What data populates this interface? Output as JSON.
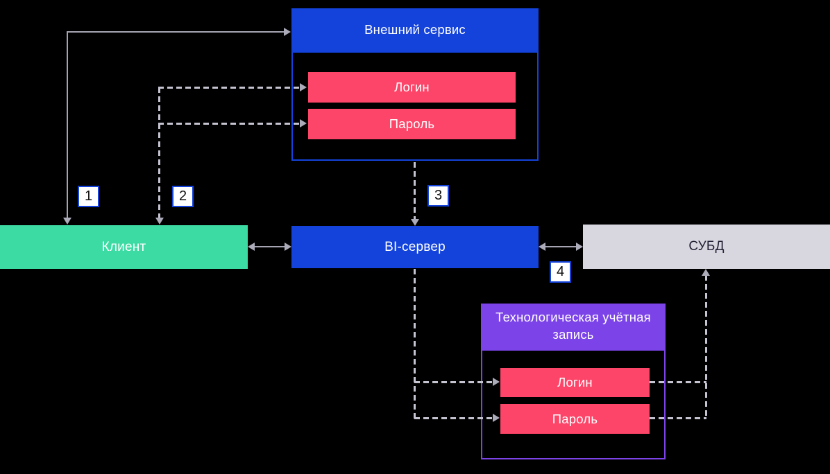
{
  "ext_service": {
    "title": "Внешний сервис",
    "login": "Логин",
    "password": "Пароль"
  },
  "client": {
    "label": "Клиент"
  },
  "bi_server": {
    "label": "BI-сервер"
  },
  "dbms": {
    "label": "СУБД"
  },
  "tech_account": {
    "title": "Технологическая учётная запись",
    "login": "Логин",
    "password": "Пароль"
  },
  "badges": [
    "1",
    "2",
    "3",
    "4"
  ],
  "colors": {
    "blue": "#1443DB",
    "pink": "#FC4568",
    "green": "#3DDBA4",
    "gray_box": "#D8D6DF",
    "purple": "#7C44E8",
    "line": "#A5A4B2",
    "dash": "#C5C4D1",
    "arrow": "#ACABB9",
    "background": "#000000",
    "badge_bg": "#FFFFFF",
    "text_light": "#FFFFFF",
    "text_dark": "#222235"
  }
}
